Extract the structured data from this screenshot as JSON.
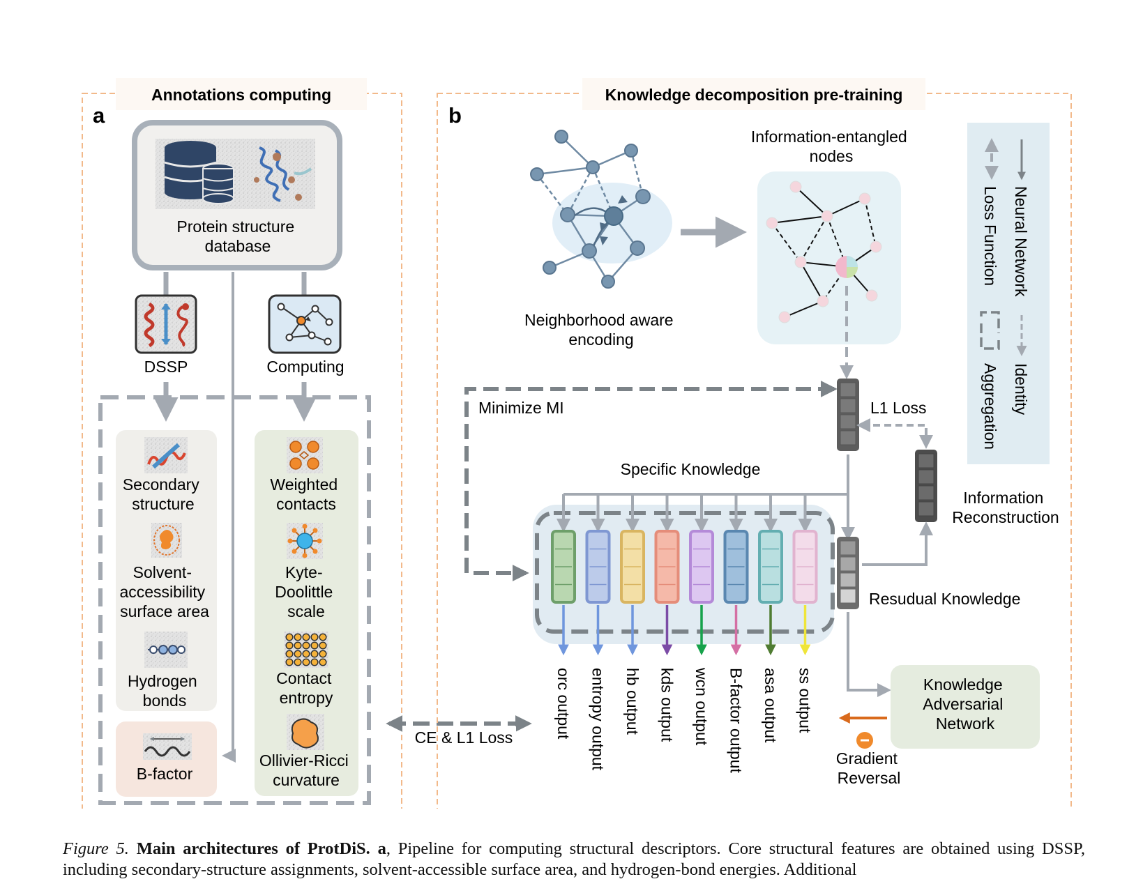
{
  "panel_a": {
    "letter": "a",
    "title": "Annotations computing",
    "database_label": [
      "Protein structure",
      "database"
    ],
    "dssp_label": "DSSP",
    "computing_label": "Computing",
    "dssp_items": [
      [
        "Secondary",
        "structure"
      ],
      [
        "Solvent-",
        "accessibility",
        "surface area"
      ],
      [
        "Hydrogen",
        "bonds"
      ]
    ],
    "bfactor_label": "B-factor",
    "computing_items": [
      [
        "Weighted",
        "contacts"
      ],
      [
        "Kyte-",
        "Doolittle",
        "scale"
      ],
      [
        "Contact",
        "entropy"
      ],
      [
        "Ollivier-Ricci",
        "curvature"
      ]
    ]
  },
  "connector_label": "CE & L1 Loss",
  "panel_b": {
    "letter": "b",
    "title": "Knowledge decomposition pre-training",
    "encoding_label": [
      "Neighborhood aware",
      "encoding"
    ],
    "entangled_label": [
      "Information-entangled",
      "nodes"
    ],
    "legend": {
      "neural_network": "Neural Network",
      "loss_function": "Loss Function",
      "identity": "Identity",
      "aggregation": "Aggregation"
    },
    "minimize_mi": "Minimize MI",
    "l1_loss": "L1 Loss",
    "specific_knowledge": "Specific Knowledge",
    "information_reconstruction": [
      "Information",
      "Reconstruction"
    ],
    "residual_knowledge": "Resudual Knowledge",
    "kan_label": [
      "Knowledge",
      "Adversarial",
      "Network"
    ],
    "gradient_reversal": [
      "Gradient",
      "Reversal"
    ],
    "outputs": [
      "orc output",
      "entropy output",
      "hb output",
      "kds output",
      "wcn output",
      "B-factor output",
      "asa output",
      "ss output"
    ]
  },
  "colors": {
    "dashed_frame": "#f2b98a",
    "gray_line": "#a3a9b1",
    "dark_dash": "#7c8388",
    "head_fills": [
      "#b9d7b0",
      "#bccbea",
      "#f3dfa6",
      "#f5b9a9",
      "#ddc7f1",
      "#9fbfdc",
      "#b9dfe0",
      "#f3dcea"
    ],
    "head_strokes": [
      "#6e9f6a",
      "#7f97d2",
      "#d9b561",
      "#e58d7a",
      "#b48ad8",
      "#5a87b0",
      "#63aeb1",
      "#e1b3cf"
    ],
    "output_arrows": [
      "#6f96dd",
      "#6f96dd",
      "#6f96dd",
      "#7b4ca6",
      "#16a24b",
      "#d46fa4",
      "#4f7c32",
      "#efe53a"
    ],
    "kan_fill": "#e5ecdf",
    "orange": "#d96a1c"
  },
  "caption": {
    "figure_label": "Figure 5.",
    "bold_text": "Main architectures of ProtDiS. a",
    "text": ", Pipeline for computing structural descriptors. Core structural features are obtained using DSSP, including secondary-structure assignments, solvent-accessible surface area, and hydrogen-bond energies. Additional"
  }
}
